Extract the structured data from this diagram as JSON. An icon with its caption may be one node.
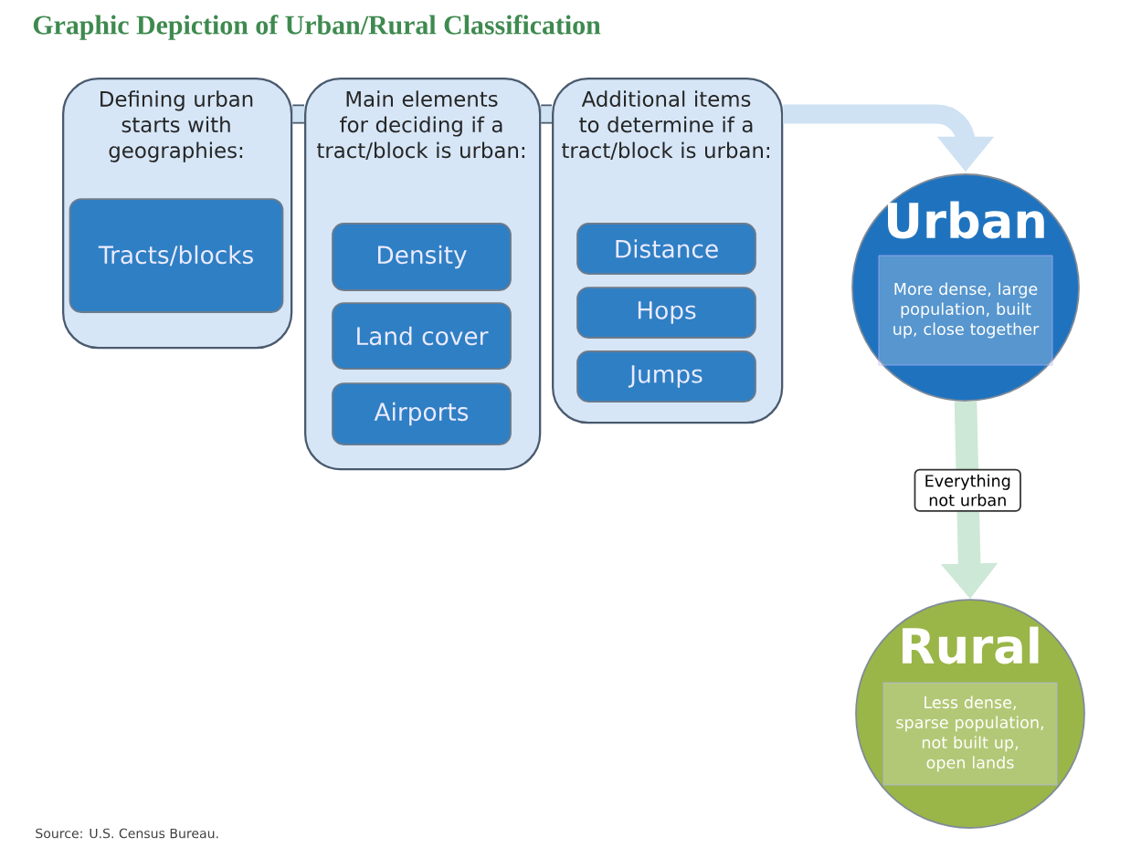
{
  "diagram": {
    "title": "Graphic Depiction of Urban/Rural Classification",
    "nodes": [
      {
        "text": [
          "Defining urban starts with geographies:"
        ]
      },
      {
        "text": [
          "Tracts/blocks"
        ],
        "in": 0
      },
      {
        "text": [
          "Main elements for deciding if a tract/block is urban:"
        ]
      },
      {
        "text": [
          "Density"
        ],
        "in": 2
      },
      {
        "text": [
          "Land cover"
        ],
        "in": 2
      },
      {
        "text": [
          "Airports"
        ],
        "in": 2
      },
      {
        "text": [
          "Additional items to determine if a tract/block is urban:"
        ]
      },
      {
        "text": [
          "Distance"
        ],
        "in": 6
      },
      {
        "text": [
          "Hops"
        ],
        "in": 6
      },
      {
        "text": [
          "Jumps"
        ],
        "in": 6
      },
      {
        "text": [
          "Urban"
        ]
      },
      {
        "text": [
          "More dense, large population, built up, close together"
        ],
        "in": 10
      },
      {
        "text": [
          "Rural"
        ]
      },
      {
        "text": [
          "Less dense, sparse population, not built up, open lands"
        ],
        "in": 12
      }
    ],
    "edges": [
      {
        "from": 0,
        "to": 2,
        "arrow": "none"
      },
      {
        "from": 2,
        "to": 6,
        "arrow": "none"
      },
      {
        "from": 6,
        "to": 10,
        "arrow": "to",
        "color": "#cfe2f3"
      },
      {
        "from": 10,
        "to": 12,
        "arrow": "to",
        "label": "Everything not urban",
        "color": "#cde8d6"
      }
    ],
    "labels": [
      "Source: U.S. Census Bureau."
    ]
  }
}
